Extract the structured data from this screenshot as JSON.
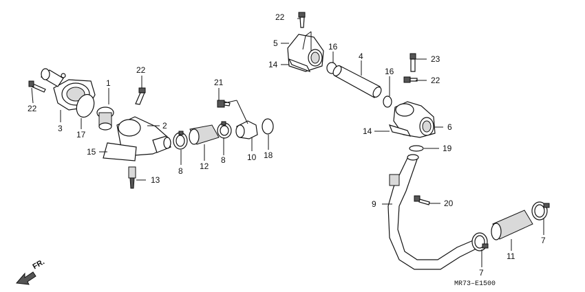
{
  "diagram_code": "MR73–E1500",
  "direction": "FR.",
  "callouts": {
    "c1": "1",
    "c2": "2",
    "c3": "3",
    "c4": "4",
    "c5": "5",
    "c6": "6",
    "c7a": "7",
    "c7b": "7",
    "c8a": "8",
    "c8b": "8",
    "c9": "9",
    "c10": "10",
    "c11": "11",
    "c12": "12",
    "c13": "13",
    "c14a": "14",
    "c14b": "14",
    "c15": "15",
    "c16a": "16",
    "c16b": "16",
    "c17": "17",
    "c18": "18",
    "c19": "19",
    "c20": "20",
    "c21": "21",
    "c22a": "22",
    "c22b": "22",
    "c22c": "22",
    "c22d": "22",
    "c23": "23"
  }
}
